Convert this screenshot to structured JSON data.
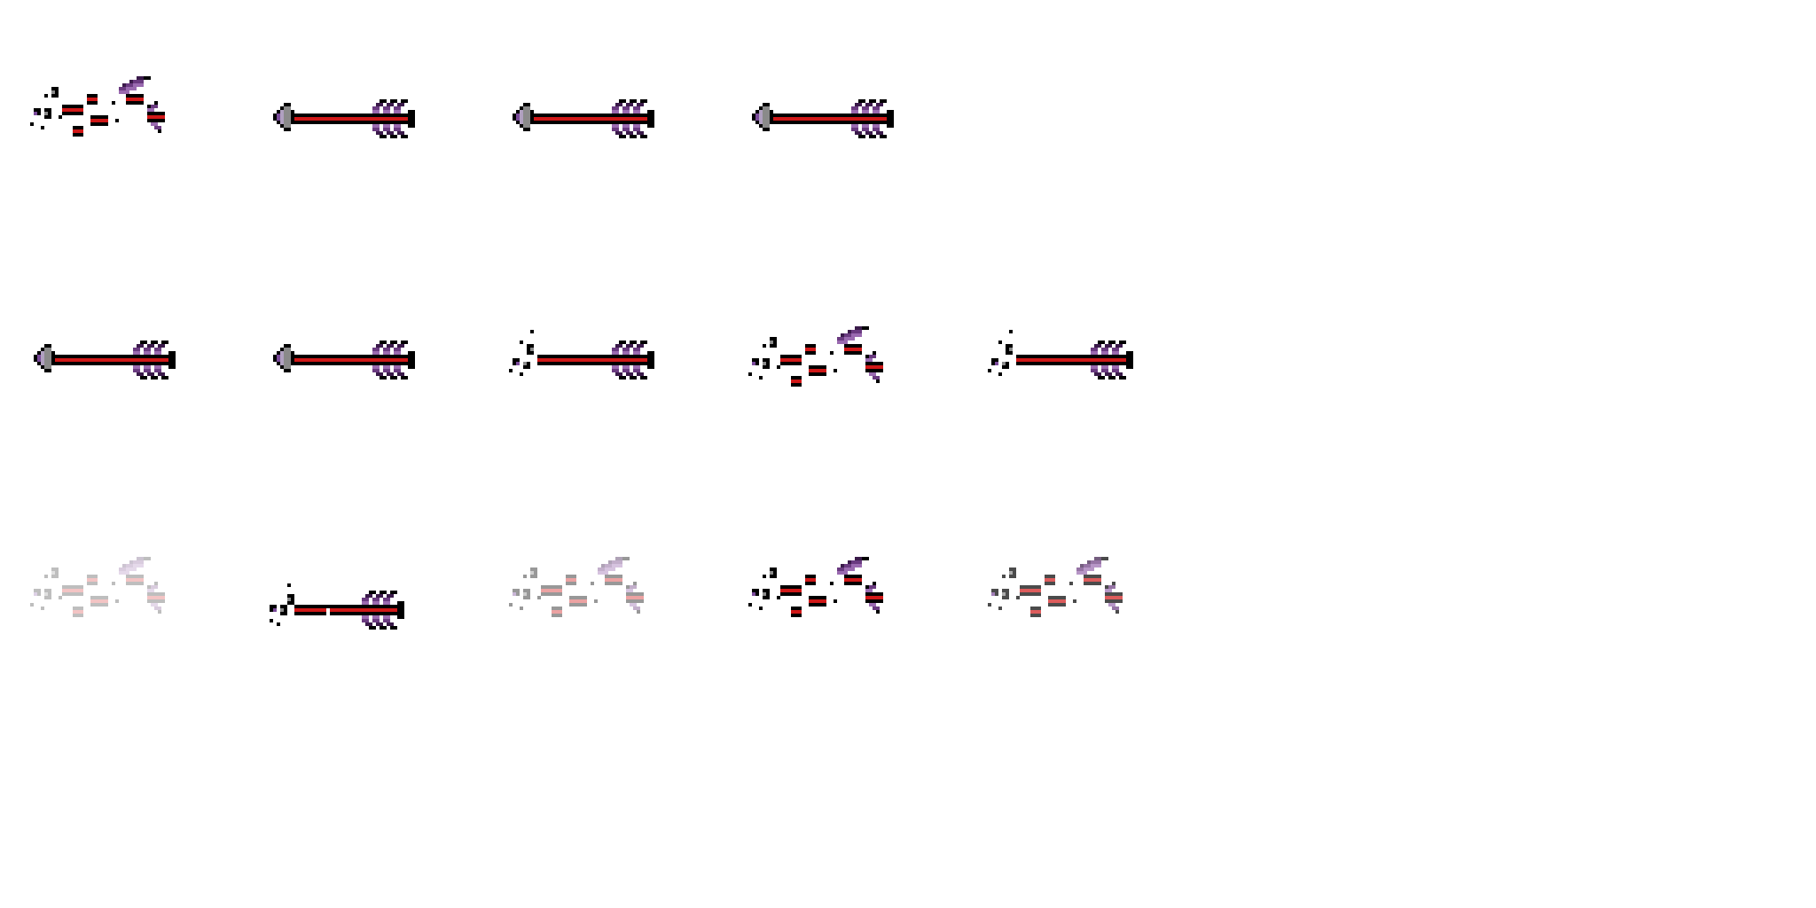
{
  "sheet": {
    "background": "#ffffff",
    "palette": {
      "outline": "#000000",
      "shaft": "#d01818",
      "shaft_dark": "#6a0a0a",
      "fletch": "#3a1a4a",
      "fletch_mid": "#6a3a80",
      "fletch_light": "#9a6ab0",
      "head": "#8a8a8a",
      "head_light": "#b0a0c0",
      "head_accent": "#7a4a9a"
    },
    "rows": [
      {
        "frames": [
          {
            "name": "arrow-shattered-icon",
            "state": "shattered",
            "opacity": 1
          },
          {
            "name": "arrow-intact-icon",
            "state": "intact",
            "opacity": 1
          },
          {
            "name": "arrow-intact-icon",
            "state": "intact",
            "opacity": 1
          },
          {
            "name": "arrow-intact-icon",
            "state": "intact",
            "opacity": 1
          }
        ]
      },
      {
        "frames": [
          {
            "name": "arrow-intact-icon",
            "state": "intact",
            "opacity": 1
          },
          {
            "name": "arrow-intact-icon",
            "state": "intact",
            "opacity": 1
          },
          {
            "name": "arrow-cracked-head-icon",
            "state": "cracked-head",
            "opacity": 1
          },
          {
            "name": "arrow-shattered-icon",
            "state": "shattered",
            "opacity": 1
          },
          {
            "name": "arrow-cracked-head-icon",
            "state": "cracked-head",
            "opacity": 1
          }
        ]
      },
      {
        "frames": [
          {
            "name": "arrow-shattered-faded-icon",
            "state": "shattered",
            "opacity": 0.25
          },
          {
            "name": "arrow-splitting-icon",
            "state": "splitting",
            "opacity": 1
          },
          {
            "name": "arrow-shattered-faded-icon",
            "state": "shattered",
            "opacity": 0.4
          },
          {
            "name": "arrow-shattered-icon",
            "state": "shattered",
            "opacity": 1
          },
          {
            "name": "arrow-shattered-faded-icon",
            "state": "shattered",
            "opacity": 0.7
          }
        ]
      }
    ]
  }
}
